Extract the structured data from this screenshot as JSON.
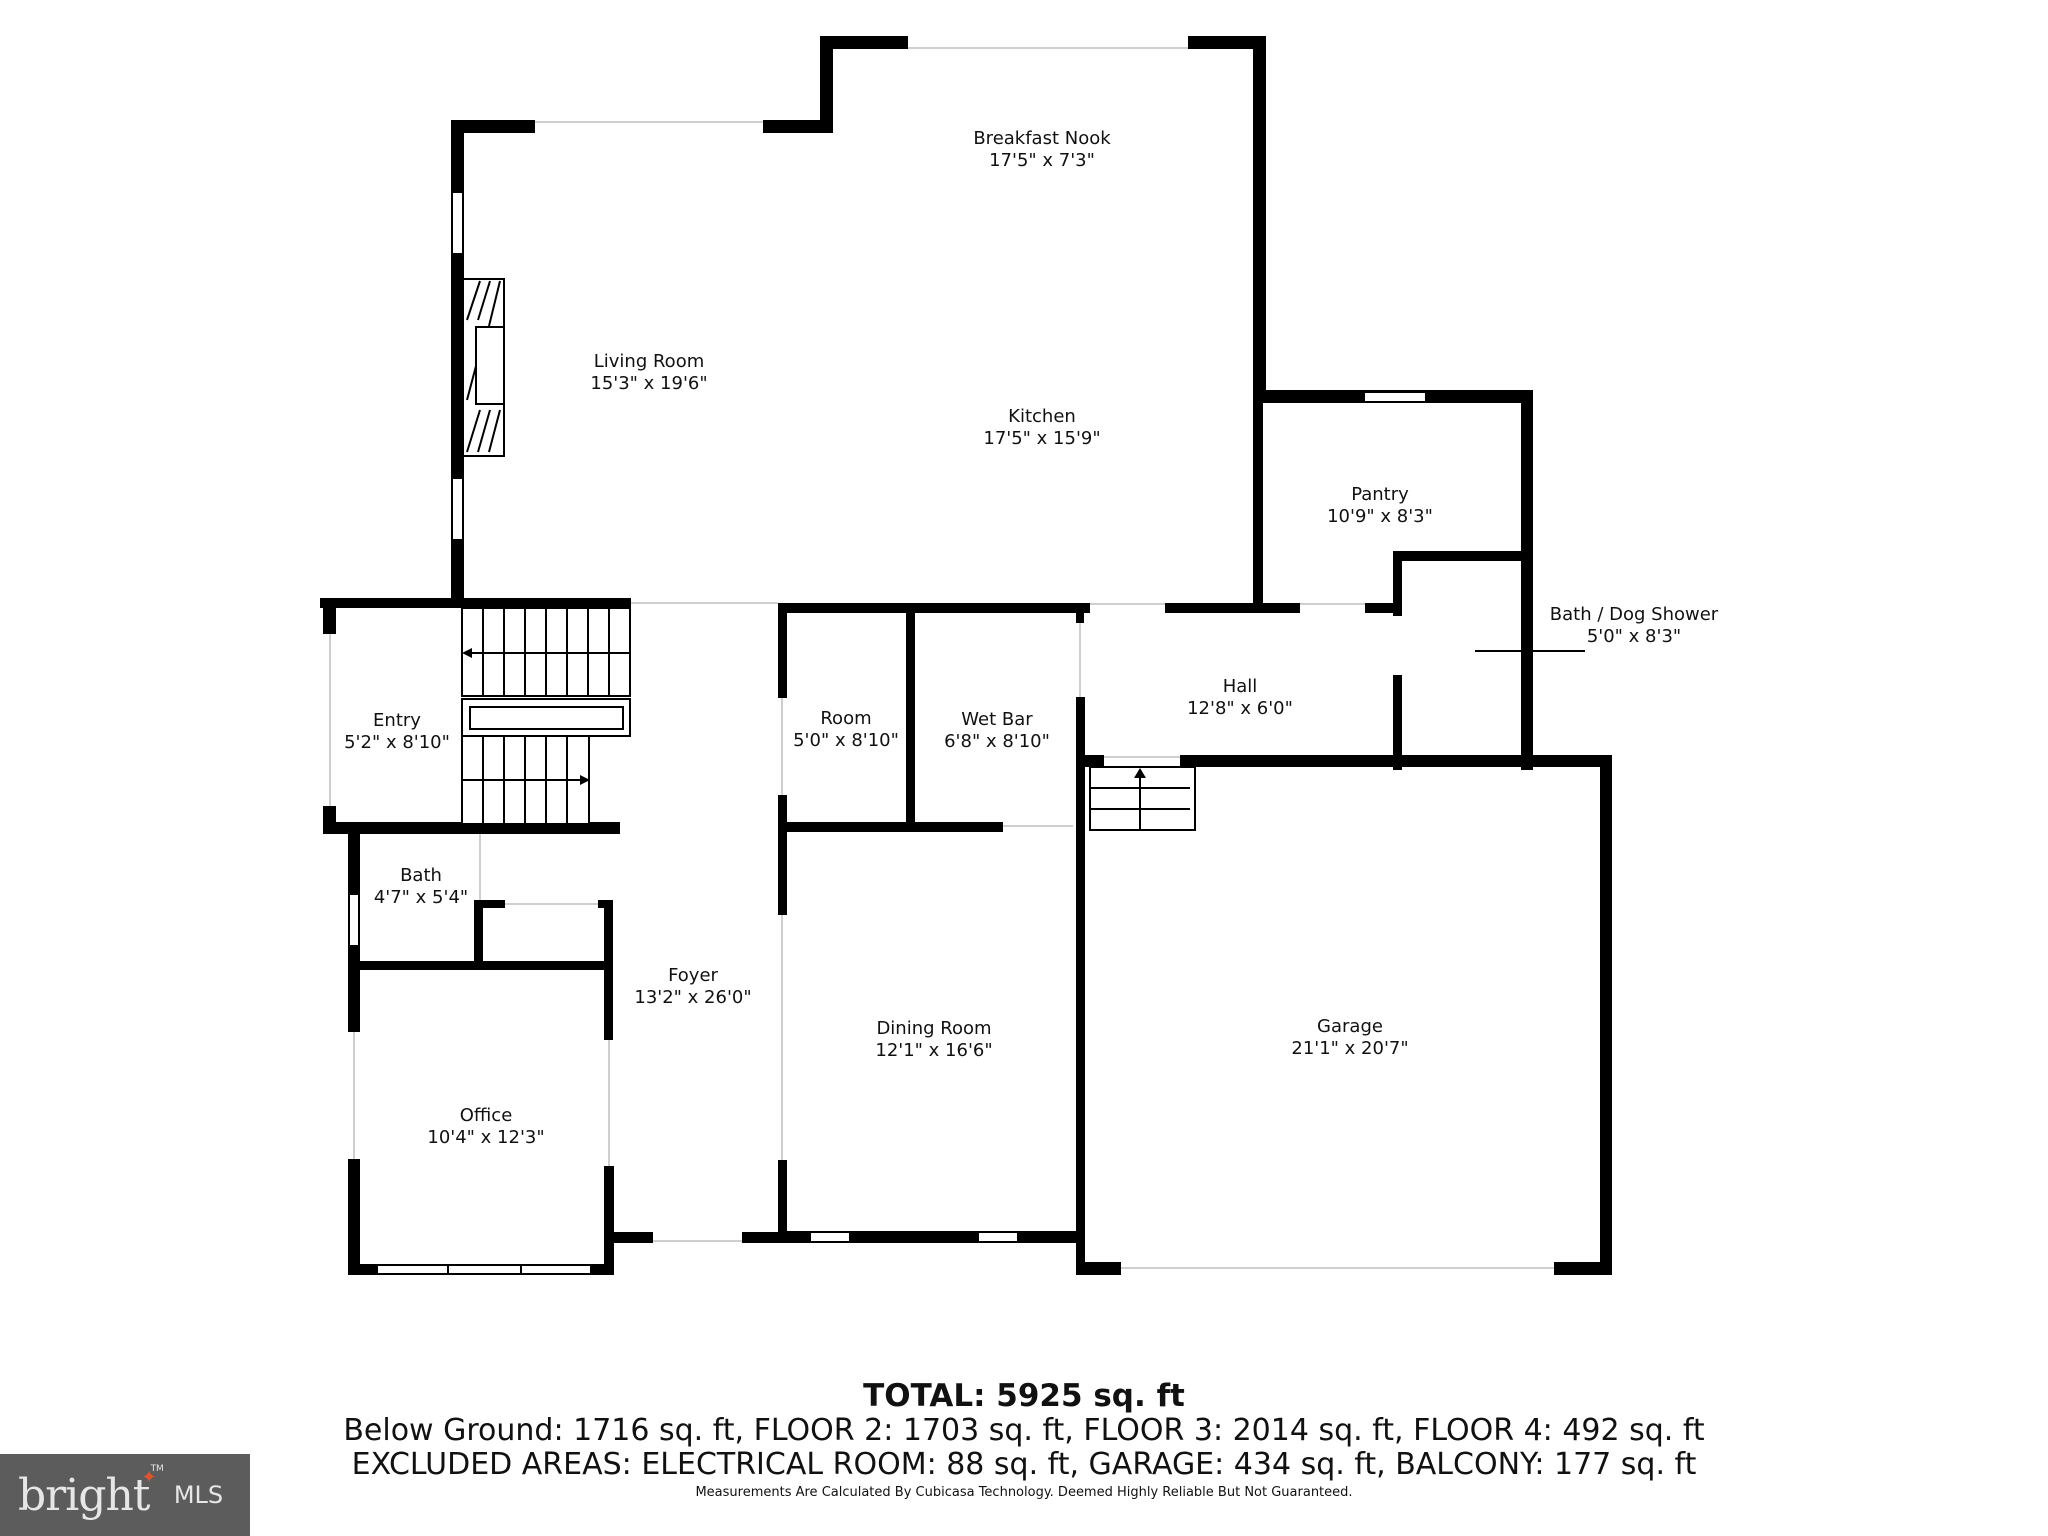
{
  "rooms": {
    "breakfast_nook": {
      "name": "Breakfast Nook",
      "dims": "17'5\" x 7'3\""
    },
    "living_room": {
      "name": "Living Room",
      "dims": "15'3\" x 19'6\""
    },
    "kitchen": {
      "name": "Kitchen",
      "dims": "17'5\" x 15'9\""
    },
    "pantry": {
      "name": "Pantry",
      "dims": "10'9\" x 8'3\""
    },
    "bath_dog_shower": {
      "name": "Bath / Dog Shower",
      "dims": "5'0\" x 8'3\""
    },
    "entry": {
      "name": "Entry",
      "dims": "5'2\" x 8'10\""
    },
    "room": {
      "name": "Room",
      "dims": "5'0\" x 8'10\""
    },
    "wet_bar": {
      "name": "Wet Bar",
      "dims": "6'8\" x 8'10\""
    },
    "hall": {
      "name": "Hall",
      "dims": "12'8\" x 6'0\""
    },
    "bath": {
      "name": "Bath",
      "dims": "4'7\" x 5'4\""
    },
    "foyer": {
      "name": "Foyer",
      "dims": "13'2\" x 26'0\""
    },
    "dining_room": {
      "name": "Dining Room",
      "dims": "12'1\" x 16'6\""
    },
    "garage": {
      "name": "Garage",
      "dims": "21'1\" x 20'7\""
    },
    "office": {
      "name": "Office",
      "dims": "10'4\" x 12'3\""
    }
  },
  "summary": {
    "total": "TOTAL: 5925 sq. ft",
    "floors": "Below Ground: 1716 sq. ft, FLOOR 2: 1703 sq. ft, FLOOR 3: 2014 sq. ft, FLOOR 4: 492 sq. ft",
    "excluded": "EXCLUDED AREAS: ELECTRICAL ROOM: 88 sq. ft, GARAGE: 434 sq. ft, BALCONY: 177 sq. ft",
    "disclaimer": "Measurements Are Calculated By Cubicasa Technology. Deemed Highly Reliable But Not Guaranteed."
  },
  "logo": {
    "brand": "bright",
    "trademark": "TM",
    "suffix": "MLS",
    "background": "#5c5c5c",
    "accent": "#e0532b"
  }
}
